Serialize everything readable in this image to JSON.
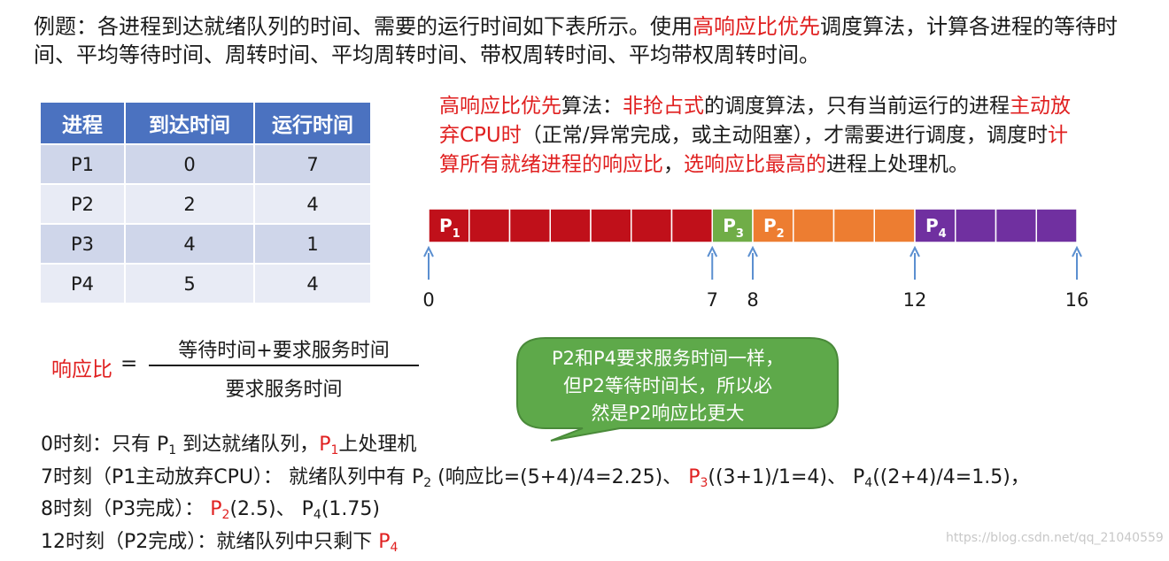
{
  "intro": {
    "part1": "例题：各进程到达就绪队列的时间、需要的运行时间如下表所示。使用",
    "highlight": "高响应比优先",
    "part2": "调度算法，计算各进程的等待时间、平均等待时间、周转时间、平均周转时间、带权周转时间、平均带权周转时间。"
  },
  "table": {
    "headers": [
      "进程",
      "到达时间",
      "运行时间"
    ],
    "rows": [
      [
        "P1",
        "0",
        "7"
      ],
      [
        "P2",
        "2",
        "4"
      ],
      [
        "P3",
        "4",
        "1"
      ],
      [
        "P4",
        "5",
        "4"
      ]
    ]
  },
  "desc": {
    "t1": "高响应比优先",
    "t2": "算法：",
    "t3": "非抢占式",
    "t4": "的调度算法，只有当前运行的进程",
    "t5": "主动放弃CPU时",
    "t6": "（正常/异常完成，或主动阻塞），才需要进行调度，调度时",
    "t7": "计算所有就绪进程的响应比",
    "t8": "，",
    "t9": "选响应比最高的",
    "t10": "进程上处理机。"
  },
  "gantt": {
    "segments": [
      {
        "label": "P",
        "sub": "1",
        "start": 0,
        "end": 7,
        "color": "#c0101a"
      },
      {
        "label": "P",
        "sub": "3",
        "start": 7,
        "end": 8,
        "color": "#70ad47"
      },
      {
        "label": "P",
        "sub": "2",
        "start": 8,
        "end": 12,
        "color": "#ed7d31"
      },
      {
        "label": "P",
        "sub": "4",
        "start": 12,
        "end": 16,
        "color": "#7030a0"
      }
    ],
    "ticks": [
      "0",
      "7",
      "8",
      "12",
      "16"
    ],
    "tick_values": [
      0,
      7,
      8,
      12,
      16
    ],
    "total": 16
  },
  "formula": {
    "label": "响应比",
    "eq": "=",
    "numerator": "等待时间+要求服务时间",
    "denominator": "要求服务时间"
  },
  "callout": {
    "line1": "P2和P4要求服务时间一样，",
    "line2": "但P2等待时间长，所以必",
    "line3": "然是P2响应比更大"
  },
  "steps": {
    "s1a": "0时刻：只有 P",
    "s1sub": "1",
    "s1b": " 到达就绪队列，",
    "s1c": "P",
    "s1csub": "1",
    "s1d": "上处理机",
    "s2a": "7时刻（P1主动放弃CPU）：  就绪队列中有  P",
    "s2sub": "2",
    "s2b": " (响应比=(5+4)/4=2.25)、  ",
    "s2c": "P",
    "s2csub": "3",
    "s2d": "((3+1)/1=4)、  P",
    "s2dsub": "4",
    "s2e": "((2+4)/4=1.5)，",
    "s3a": "8时刻（P3完成）：  ",
    "s3b": "P",
    "s3bsub": "2",
    "s3c": "(2.5)、  P",
    "s3csub": "4",
    "s3d": "(1.75)",
    "s4a": "12时刻（P2完成）：就绪队列中只剩下  ",
    "s4b": "P",
    "s4bsub": "4"
  },
  "watermark": "https://blog.csdn.net/qq_21040559"
}
